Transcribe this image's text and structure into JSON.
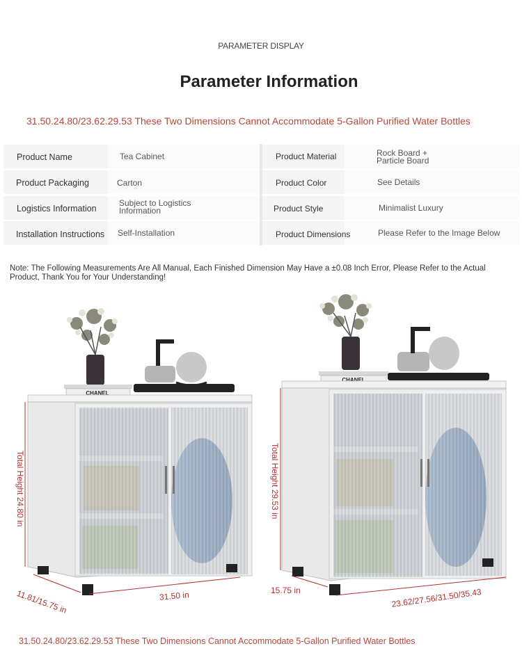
{
  "header": {
    "kicker": "PARAMETER DISPLAY",
    "title": "Parameter Information",
    "warning": "31.50.24.80/23.62.29.53 These Two Dimensions Cannot Accommodate 5-Gallon Purified Water Bottles"
  },
  "params": {
    "rows": [
      {
        "label1": "Product Name",
        "value1": "Tea Cabinet",
        "label2": "Product Material",
        "value2": "Rock Board + Particle Board"
      },
      {
        "label1": "Product Packaging",
        "value1": "Carton",
        "label2": "Product Color",
        "value2": "See Details"
      },
      {
        "label1": "Logistics Information",
        "value1": "Subject to Logistics Information",
        "label2": "Product Style",
        "value2": "Minimalist Luxury"
      },
      {
        "label1": "Installation Instructions",
        "value1": "Self-Installation",
        "label2": "Product Dimensions",
        "value2": "Please Refer to the Image Below"
      }
    ]
  },
  "note": "Note: The Following Measurements Are All Manual, Each Finished Dimension May Have a ±0.08 Inch Error, Please Refer to the Actual Product, Thank You for Your Understanding!",
  "left_cabinet": {
    "brand": "CHANEL",
    "height": "Total Height 24.80 in",
    "depth": "11.81/15.75 in",
    "width": "31.50 in"
  },
  "right_cabinet": {
    "brand": "CHANEL",
    "height": "Total Height 29.53 in",
    "depth": "15.75 in",
    "width": "23.62/27.56/31.50/35.43"
  },
  "footer": {
    "warning": "31.50.24.80/23.62.29.53 These Two Dimensions Cannot Accommodate 5-Gallon Purified Water Bottles"
  },
  "colors": {
    "accent": "#b5473b",
    "dimension": "#b03030"
  }
}
